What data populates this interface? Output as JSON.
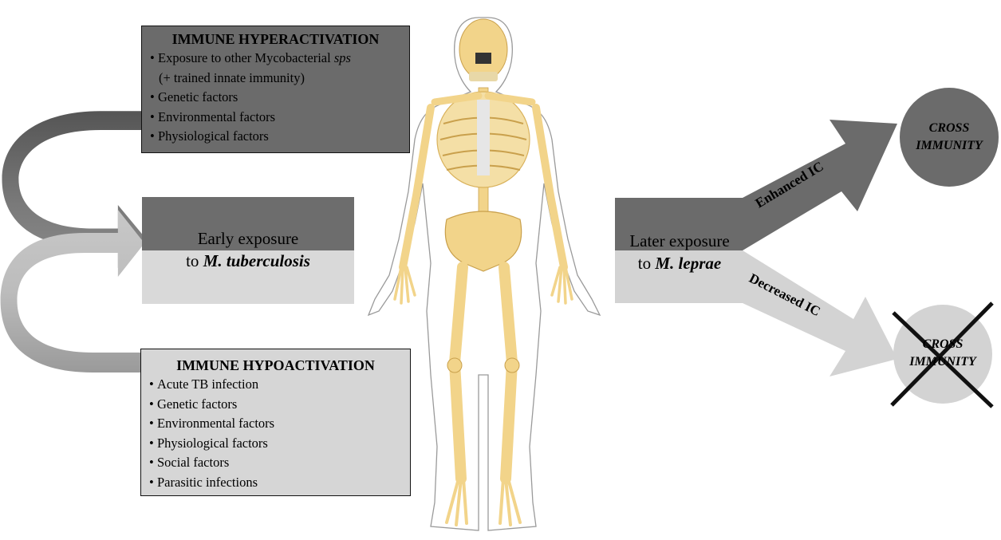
{
  "hyperactivation": {
    "title": "IMMUNE HYPERACTIVATION",
    "items": [
      {
        "text": "Exposure to other Mycobacterial ",
        "italic": "sps"
      },
      {
        "text": "(+ trained innate immunity)",
        "sub": true
      },
      {
        "text": "Genetic factors"
      },
      {
        "text": "Environmental factors"
      },
      {
        "text": "Physiological factors"
      }
    ]
  },
  "hypoactivation": {
    "title": "IMMUNE HYPOACTIVATION",
    "items": [
      {
        "text": "Acute TB infection"
      },
      {
        "text": "Genetic factors"
      },
      {
        "text": "Environmental factors"
      },
      {
        "text": "Physiological factors"
      },
      {
        "text": "Social factors"
      },
      {
        "text": "Parasitic infections"
      }
    ]
  },
  "early_exposure": {
    "line1": "Early exposure",
    "prefix": "to ",
    "organism": "M. tuberculosis"
  },
  "later_exposure": {
    "line1": "Later exposure",
    "prefix": "to ",
    "organism": "M. leprae"
  },
  "outcomes": {
    "enhanced_label": "Enhanced IC",
    "decreased_label": "Decreased IC",
    "cross_immunity_top_line1": "CROSS",
    "cross_immunity_top_line2": "IMMUNITY",
    "cross_immunity_bottom_line1": "CROSS",
    "cross_immunity_bottom_line2": "IMMUNITY"
  },
  "colors": {
    "dark_gray": "#6b6b6b",
    "light_gray": "#d3d3d3",
    "bone": "#f2d48a",
    "bone_shadow": "#d9b25c"
  }
}
